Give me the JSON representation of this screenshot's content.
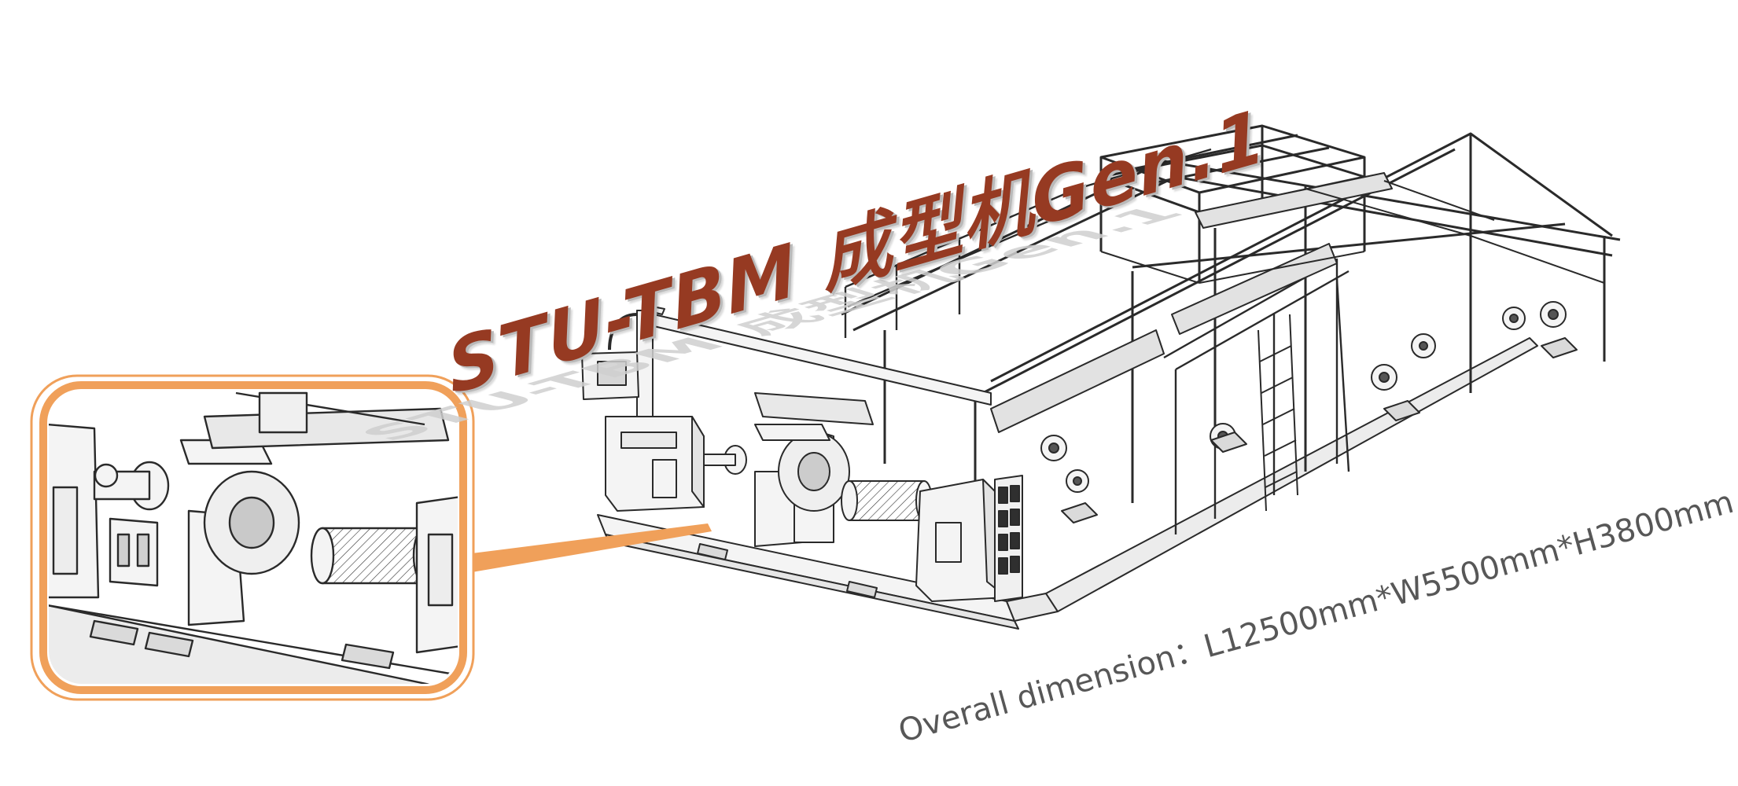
{
  "title": "STU-TBM 成型机Gen.1",
  "dimension_label": "Overall dimension：L12500mm*W5500mm*H3800mm",
  "colors": {
    "title": "#963a22",
    "callout_outline": "#f0a05a",
    "drawing_line": "#2a2a2a",
    "dimension_text": "#575757"
  },
  "icons": [
    "machine-line-drawing",
    "zoom-callout"
  ]
}
